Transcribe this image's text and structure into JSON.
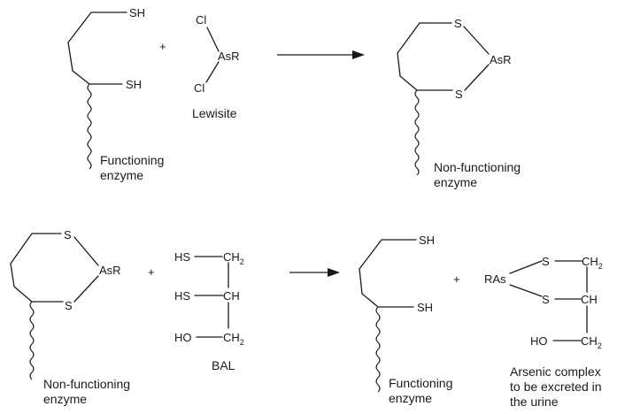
{
  "reaction1": {
    "reactant_enzyme": {
      "thiol_top": "SH",
      "thiol_bottom": "SH",
      "caption_line1": "Functioning",
      "caption_line2": "enzyme"
    },
    "plus": "+",
    "lewisite": {
      "cl_top": "Cl",
      "center": "AsR",
      "cl_bottom": "Cl",
      "caption": "Lewisite"
    },
    "product_enzyme": {
      "s_top": "S",
      "s_bottom": "S",
      "center": "AsR",
      "caption_line1": "Non-functioning",
      "caption_line2": "enzyme"
    }
  },
  "reaction2": {
    "reactant_enzyme": {
      "s_top": "S",
      "s_bottom": "S",
      "center": "AsR",
      "caption_line1": "Non-functioning",
      "caption_line2": "enzyme"
    },
    "plus1": "+",
    "bal": {
      "row1_left": "HS",
      "row1_right": "CH",
      "row1_sub": "2",
      "row2_left": "HS",
      "row2_right": "CH",
      "row3_left": "HO",
      "row3_right": "CH",
      "row3_sub": "2",
      "caption": "BAL"
    },
    "product_enzyme": {
      "thiol_top": "SH",
      "thiol_bottom": "SH",
      "caption_line1": "Functioning",
      "caption_line2": "enzyme"
    },
    "plus2": "+",
    "complex": {
      "ras": "RAs",
      "s_top": "S",
      "s_bottom": "S",
      "ch2_top": "CH",
      "ch2_top_sub": "2",
      "ch_mid": "CH",
      "ho": "HO",
      "ch2_bottom": "CH",
      "ch2_bottom_sub": "2",
      "caption_line1": "Arsenic complex",
      "caption_line2": "to be excreted in",
      "caption_line3": "the urine"
    }
  }
}
